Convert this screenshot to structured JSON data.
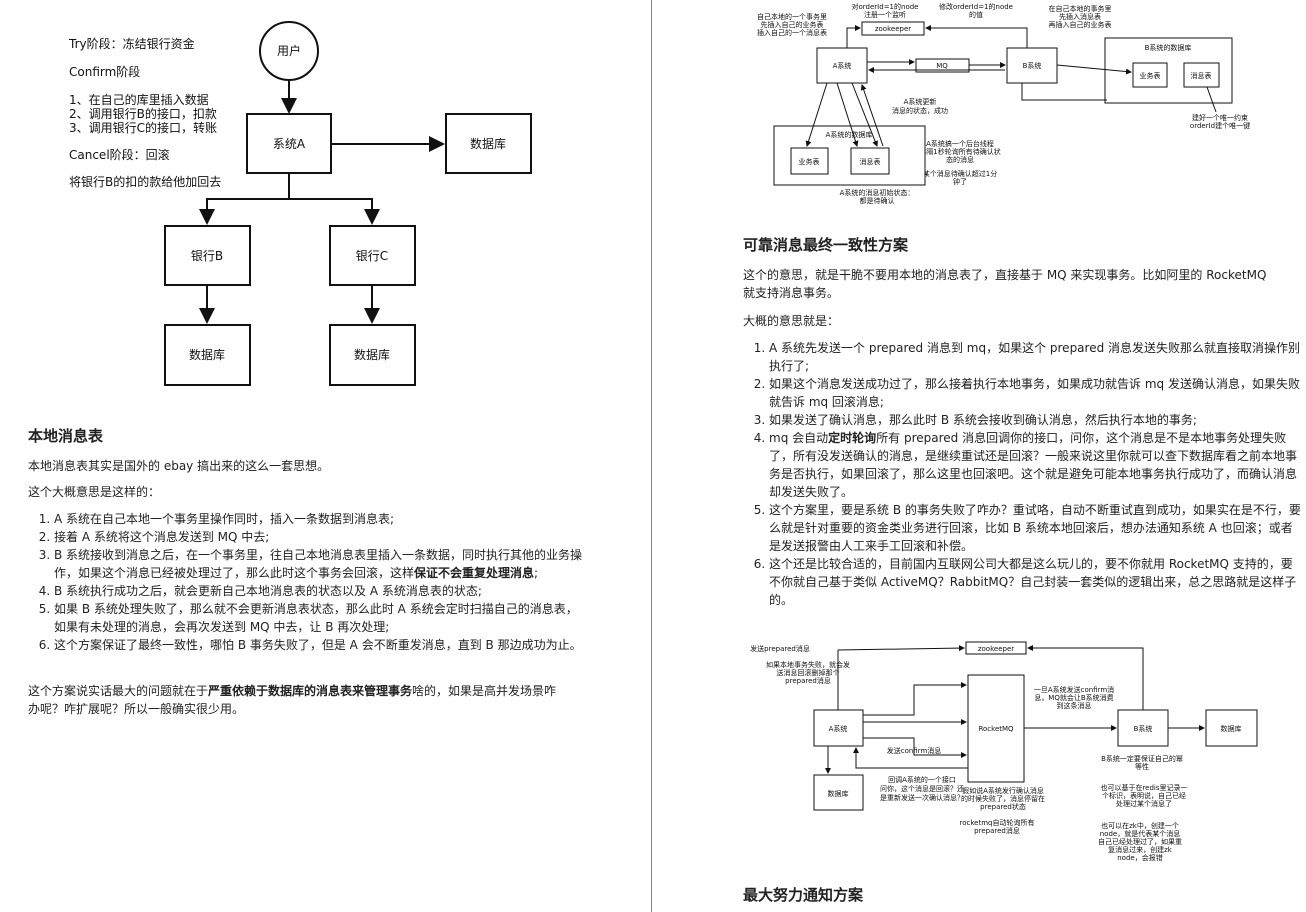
{
  "left": {
    "diagram": {
      "notes": [
        "Try阶段：冻结银行资金",
        "Confirm阶段",
        "1、在自己的库里插入数据",
        "2、调用银行B的接口，扣款",
        "3、调用银行C的接口，转账",
        "Cancel阶段：回滚",
        "将银行B的扣的款给他加回去"
      ],
      "user": "用户",
      "system_a": "系统A",
      "db": "数据库",
      "bank_b": "银行B",
      "bank_c": "银行C"
    },
    "section_title": "本地消息表",
    "intro": "本地消息表其实是国外的 ebay 搞出来的这么一套思想。",
    "lead": "这个大概意思是这样的：",
    "steps": [
      {
        "text": "A 系统在自己本地一个事务里操作同时，插入一条数据到消息表;"
      },
      {
        "text": "接着 A 系统将这个消息发送到 MQ 中去;"
      },
      {
        "pre": "B 系统接收到消息之后，在一个事务里，往自己本地消息表里插入一条数据，同时执行其他的业务操作，如果这个消息已经被处理过了，那么此时这个事务会回滚，这样",
        "bold": "保证不会重复处理消息",
        "post": ";"
      },
      {
        "text": "B 系统执行成功之后，就会更新自己本地消息表的状态以及 A 系统消息表的状态;"
      },
      {
        "text": "如果 B 系统处理失败了，那么就不会更新消息表状态，那么此时 A 系统会定时扫描自己的消息表，如果有未处理的消息，会再次发送到 MQ 中去，让 B 再次处理;"
      },
      {
        "text": "这个方案保证了最终一致性，哪怕 B 事务失败了，但是 A 会不断重发消息，直到 B 那边成功为止。"
      }
    ],
    "closing": {
      "pre": "这个方案说实话最大的问题就在于",
      "bold": "严重依赖于数据库的消息表来管理事务",
      "post": "啥的，如果是高并发场景咋办呢？咋扩展呢？所以一般确实很少用。"
    }
  },
  "right": {
    "top_diagram": {
      "a_sys": "A系统",
      "mq": "MQ",
      "b_sys": "B系统",
      "zk": "zookeeper",
      "a_db": "A系统的数据库",
      "b_db": "B系统的数据库",
      "biz": "业务表",
      "msg": "消息表",
      "notes": {
        "n1": [
          "自己本地的一个事务里",
          "先插入自己的业务表",
          "插入自己的一个消息表"
        ],
        "n2": [
          "对orderId=1的node",
          "注册一个监听"
        ],
        "n3": [
          "修改orderId=1的node",
          "的值"
        ],
        "n4": [
          "在自己本地的事务里",
          "先插入消息表",
          "再插入自己的业务表"
        ],
        "n5": [
          "A系统更新",
          "消息的状态，成功"
        ],
        "n6": [
          "A系统搞一个后台线程",
          "每隔1秒轮询所有待确认状",
          "态的消息"
        ],
        "n7": [
          "某个消息待确认超过1分",
          "钟了"
        ],
        "n8": [
          "A系统的消息初始状态：",
          "都是待确认"
        ],
        "n9": [
          "建好一个唯一约束",
          "orderId建个唯一键"
        ]
      }
    },
    "section_title": "可靠消息最终一致性方案",
    "intro": "这个的意思，就是干脆不要用本地的消息表了，直接基于 MQ 来实现事务。比如阿里的 RocketMQ 就支持消息事务。",
    "lead": "大概的意思就是：",
    "steps": [
      {
        "text": "A 系统先发送一个 prepared 消息到 mq，如果这个 prepared 消息发送失败那么就直接取消操作别执行了;"
      },
      {
        "text": "如果这个消息发送成功过了，那么接着执行本地事务，如果成功就告诉 mq 发送确认消息，如果失败就告诉 mq 回滚消息;"
      },
      {
        "text": "如果发送了确认消息，那么此时 B 系统会接收到确认消息，然后执行本地的事务;"
      },
      {
        "pre": "mq 会自动",
        "bold": "定时轮询",
        "post": "所有 prepared 消息回调你的接口，问你，这个消息是不是本地事务处理失败了，所有没发送确认的消息，是继续重试还是回滚？一般来说这里你就可以查下数据库看之前本地事务是否执行，如果回滚了，那么这里也回滚吧。这个就是避免可能本地事务执行成功了，而确认消息却发送失败了。"
      },
      {
        "text": "这个方案里，要是系统 B 的事务失败了咋办？重试咯，自动不断重试直到成功，如果实在是不行，要么就是针对重要的资金类业务进行回滚，比如 B 系统本地回滚后，想办法通知系统 A 也回滚；或者是发送报警由人工来手工回滚和补偿。"
      },
      {
        "text": "这个还是比较合适的，目前国内互联网公司大都是这么玩儿的，要不你就用 RocketMQ 支持的，要不你就自己基于类似 ActiveMQ？RabbitMQ？自己封装一套类似的逻辑出来，总之思路就是这样子的。"
      }
    ],
    "bottom_diagram": {
      "a_sys": "A系统",
      "db": "数据库",
      "rocketmq": "RocketMQ",
      "b_sys": "B系统",
      "zk": "zookeeper",
      "db2": "数据库",
      "notes": {
        "m1": "发送prepared消息",
        "m2": [
          "如果本地事务失败，就会发",
          "送消息回滚删掉那个",
          "prepared消息"
        ],
        "m3": [
          "一旦A系统发送confirm消",
          "息，MQ就会让B系统消费",
          "到这条消息"
        ],
        "m4": "发送confirm消息",
        "m5": [
          "回调A系统的一个接口",
          "问你，这个消息是回滚？还",
          "是重新发送一次确认消息？"
        ],
        "m6": [
          "假如说A系统发行确认消息",
          "的时候失败了，消息停留在",
          "prepared状态"
        ],
        "m7": [
          "rocketmq自动轮询所有",
          "prepared消息"
        ],
        "m8": [
          "B系统一定要保证自己的幂",
          "等性"
        ],
        "m9": [
          "也可以基于在redis里记录一",
          "个标识，表明说，自己已经",
          "处理过某个消息了"
        ],
        "m10": [
          "也可以在zk中，创建一个",
          "node，就是代表某个消息",
          "自己已经处理过了，如果重",
          "复消息过来，创建zk",
          "node，会报错"
        ]
      }
    },
    "next_title": "最大努力通知方案"
  }
}
